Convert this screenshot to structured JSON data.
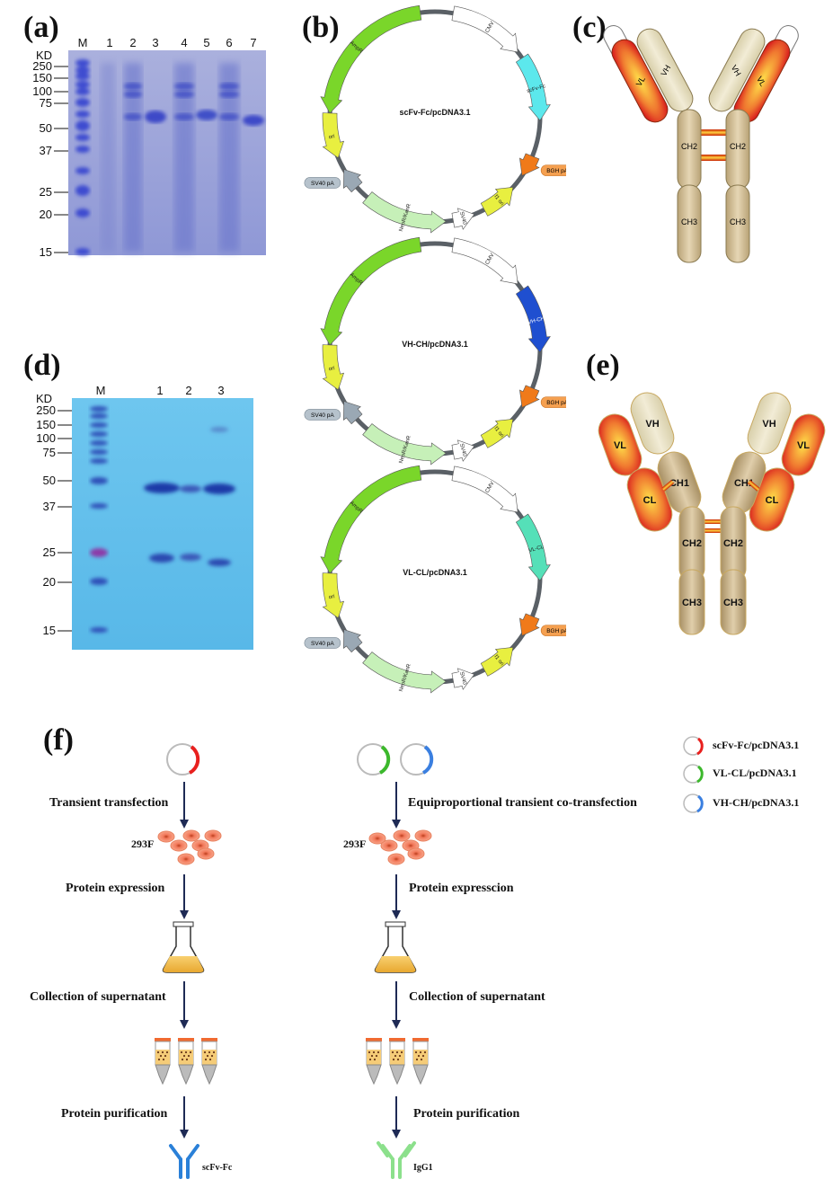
{
  "panels": {
    "a": "(a)",
    "b": "(b)",
    "c": "(c)",
    "d": "(d)",
    "e": "(e)",
    "f": "(f)"
  },
  "gel_a": {
    "kd": "KD",
    "lanes": [
      "M",
      "1",
      "2",
      "3",
      "4",
      "5",
      "6",
      "7"
    ],
    "markers": [
      "250",
      "150",
      "100",
      "75",
      "50",
      "37",
      "25",
      "20",
      "15"
    ]
  },
  "gel_d": {
    "kd": "KD",
    "lanes": [
      "M",
      "1",
      "2",
      "3"
    ],
    "markers": [
      "250",
      "150",
      "100",
      "75",
      "50",
      "37",
      "25",
      "20",
      "15"
    ]
  },
  "plasmids": [
    {
      "name": "scFv-Fc/pcDNA3.1",
      "insert": "scFv-Fc",
      "insert_color": "#5ce8ec",
      "features": [
        "AmpR",
        "CMV",
        "BGH pA",
        "f1 ori",
        "SV40",
        "NeoR/KanR",
        "SV40 pA",
        "ori"
      ]
    },
    {
      "name": "VH-CH/pcDNA3.1",
      "insert": "VH-CH",
      "insert_color": "#1f4fd0",
      "features": [
        "AmpR",
        "CMV",
        "BGH pA",
        "f1 ori",
        "SV40",
        "NeoR/KanR",
        "SV40 pA",
        "ori"
      ]
    },
    {
      "name": "VL-CL/pcDNA3.1",
      "insert": "VL-CL",
      "insert_color": "#55e0b8",
      "features": [
        "AmpR",
        "CMV",
        "BGH pA",
        "f1 ori",
        "SV40",
        "NeoR/KanR",
        "SV40 pA",
        "ori"
      ]
    }
  ],
  "antibody_c": {
    "vl": "VL",
    "vh": "VH",
    "ch2": "CH2",
    "ch3": "CH3"
  },
  "antibody_e": {
    "vl": "VL",
    "vh": "VH",
    "cl": "CL",
    "ch1": "CH1",
    "ch2": "CH2",
    "ch3": "CH3"
  },
  "workflow": {
    "left": {
      "step1": "Transient transfection",
      "cell": "293F",
      "step2": "Protein expression",
      "step3": "Collection of supernatant",
      "step4": "Protein purification",
      "product": "scFv-Fc"
    },
    "right": {
      "step1": "Equiproportional transient co-transfection",
      "cell": "293F",
      "step2": "Protein expresscion",
      "step3": "Collection of supernatant",
      "step4": "Protein purification",
      "product": "IgG1"
    },
    "legend": [
      {
        "label": "scFv-Fc/pcDNA3.1",
        "color": "#e8201e"
      },
      {
        "label": "VL-CL/pcDNA3.1",
        "color": "#3cb82c"
      },
      {
        "label": "VH-CH/pcDNA3.1",
        "color": "#3a7fe0"
      }
    ]
  },
  "colors": {
    "gel_a": "#9aa2d8",
    "gel_d": "#62c0ec",
    "arrow": "#1e2a55"
  }
}
